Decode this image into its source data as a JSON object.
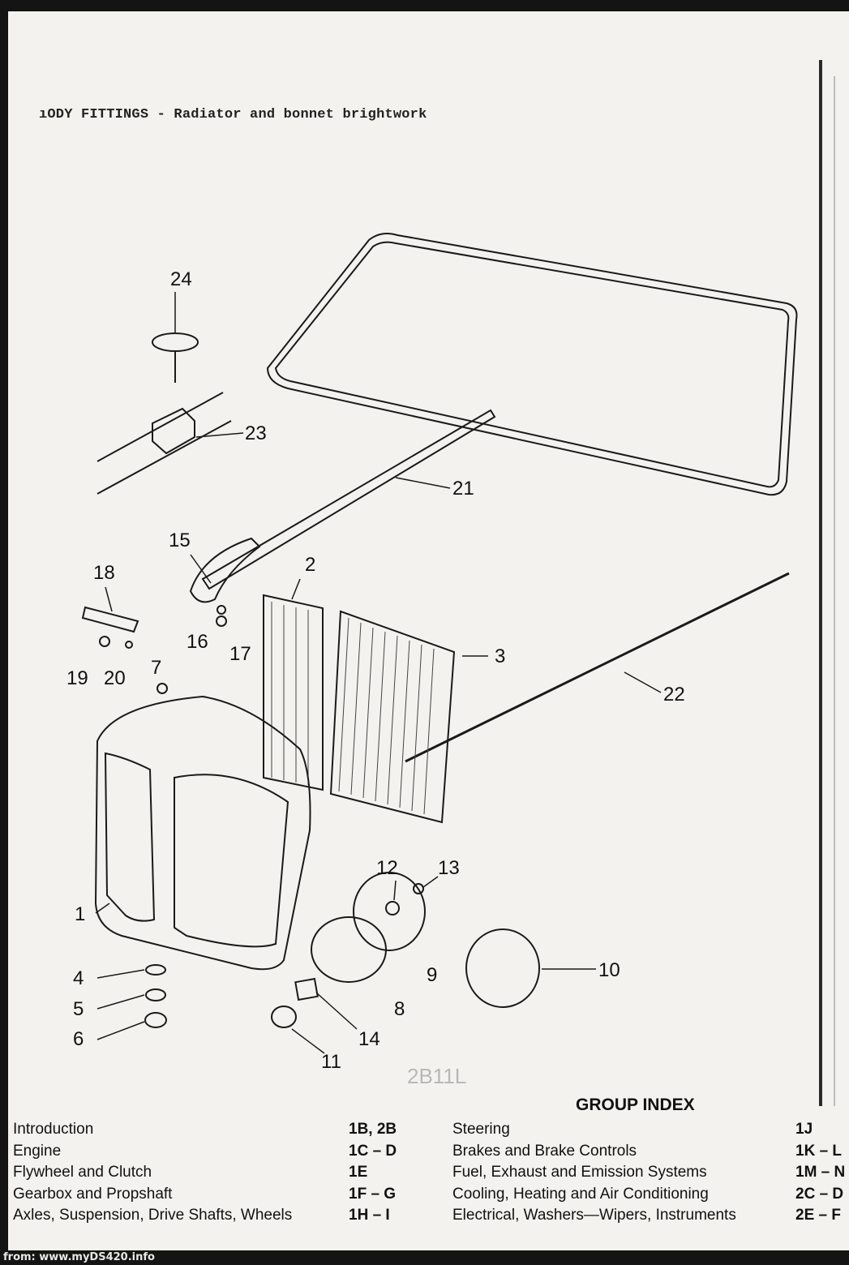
{
  "heading": "ıODY FITTINGS - Radiator and bonnet brightwork",
  "callouts": {
    "c1": "1",
    "c2": "2",
    "c3": "3",
    "c4": "4",
    "c5": "5",
    "c6": "6",
    "c7": "7",
    "c8": "8",
    "c9": "9",
    "c10": "10",
    "c11": "11",
    "c12": "12",
    "c13": "13",
    "c14": "14",
    "c15": "15",
    "c16": "16",
    "c17": "17",
    "c18": "18",
    "c19": "19",
    "c20": "20",
    "c21": "21",
    "c22": "22",
    "c23": "23",
    "c24": "24"
  },
  "pencil_note": "2B11L",
  "group_index": {
    "title": "GROUP INDEX",
    "left": [
      {
        "label": "Introduction",
        "code": "1B, 2B"
      },
      {
        "label": "Engine",
        "code": "1C – D"
      },
      {
        "label": "Flywheel and Clutch",
        "code": "1E"
      },
      {
        "label": "Gearbox and Propshaft",
        "code": "1F – G"
      },
      {
        "label": "Axles, Suspension, Drive Shafts, Wheels",
        "code": "1H – I"
      }
    ],
    "right": [
      {
        "label": "Steering",
        "code": "1J"
      },
      {
        "label": "Brakes and Brake Controls",
        "code": "1K – L"
      },
      {
        "label": "Fuel, Exhaust and Emission Systems",
        "code": "1M – N"
      },
      {
        "label": "Cooling, Heating and Air Conditioning",
        "code": "2C – D"
      },
      {
        "label": "Electrical, Washers—Wipers, Instruments",
        "code": "2E – F"
      }
    ]
  },
  "footer": "from: www.myDS420.info"
}
